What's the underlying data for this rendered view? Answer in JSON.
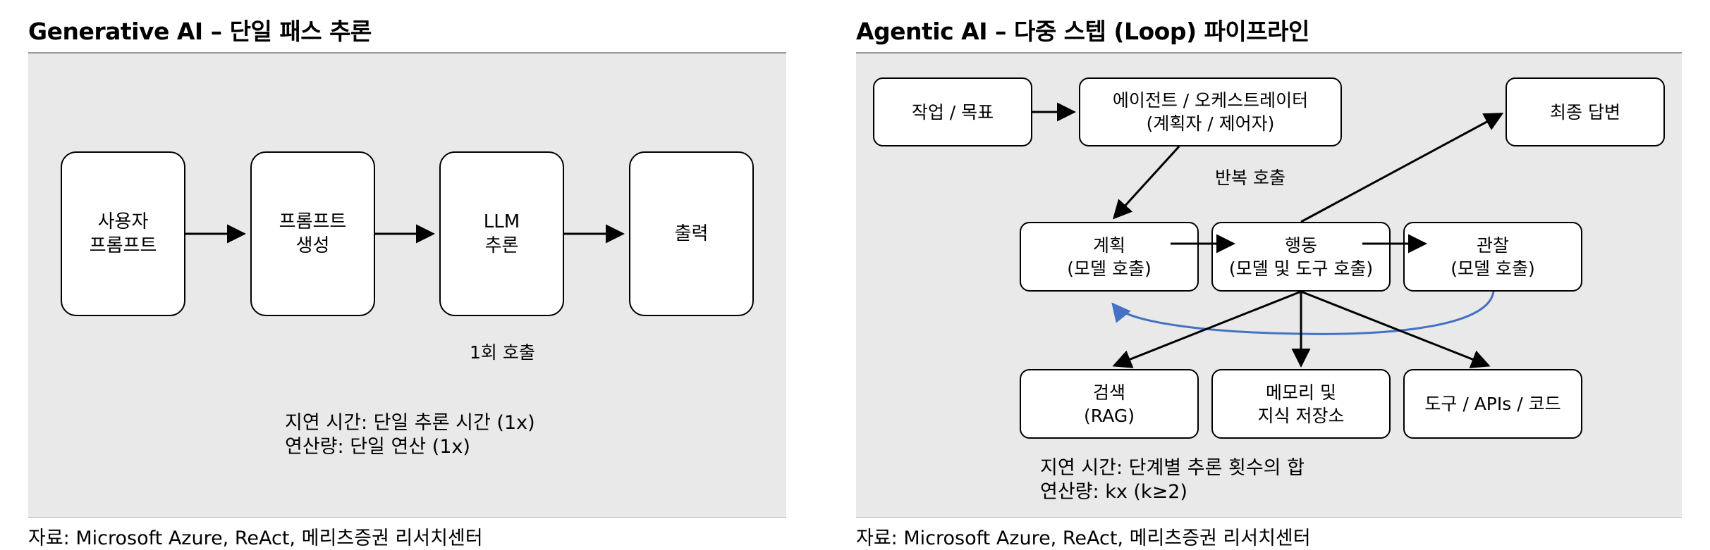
{
  "left": {
    "title": "Generative AI – 단일 패스 추론",
    "boxes": [
      {
        "line1": "사용자",
        "line2": "프롬프트"
      },
      {
        "line1": "프롬프트",
        "line2": "생성"
      },
      {
        "line1": "LLM",
        "line2": "추론"
      },
      {
        "line1": "출력",
        "line2": ""
      }
    ],
    "call_label": "1회 호출",
    "latency": "지연 시간: 단일 추론 시간 (1x)",
    "compute": "연산량: 단일 연산 (1x)",
    "source": "자료: Microsoft Azure, ReAct, 메리츠증권 리서치센터"
  },
  "right": {
    "title": "Agentic AI – 다중 스텝 (Loop) 파이프라인",
    "task": {
      "line1": "작업 / 목표"
    },
    "agent": {
      "line1": "에이전트 / 오케스트레이터",
      "line2": "(계획자 / 제어자)"
    },
    "final": {
      "line1": "최종 답변"
    },
    "loop_label": "반복 호출",
    "plan": {
      "line1": "계획",
      "line2": "(모델 호출)"
    },
    "act": {
      "line1": "행동",
      "line2": "(모델 및 도구 호출)"
    },
    "observe": {
      "line1": "관찰",
      "line2": "(모델 호출)"
    },
    "search": {
      "line1": "검색",
      "line2": "(RAG)"
    },
    "memory": {
      "line1": "메모리 및",
      "line2": "지식 저장소"
    },
    "tools": {
      "line1": "도구 / APIs / 코드"
    },
    "latency": "지연 시간: 단계별 추론 횟수의 합",
    "compute": "연산량: kx (k≥2)",
    "source": "자료: Microsoft Azure, ReAct, 메리츠증권 리서치센터"
  },
  "colors": {
    "canvas": "#e9e9e9",
    "loop_arrow": "#4472c4",
    "arrow": "#000000"
  }
}
